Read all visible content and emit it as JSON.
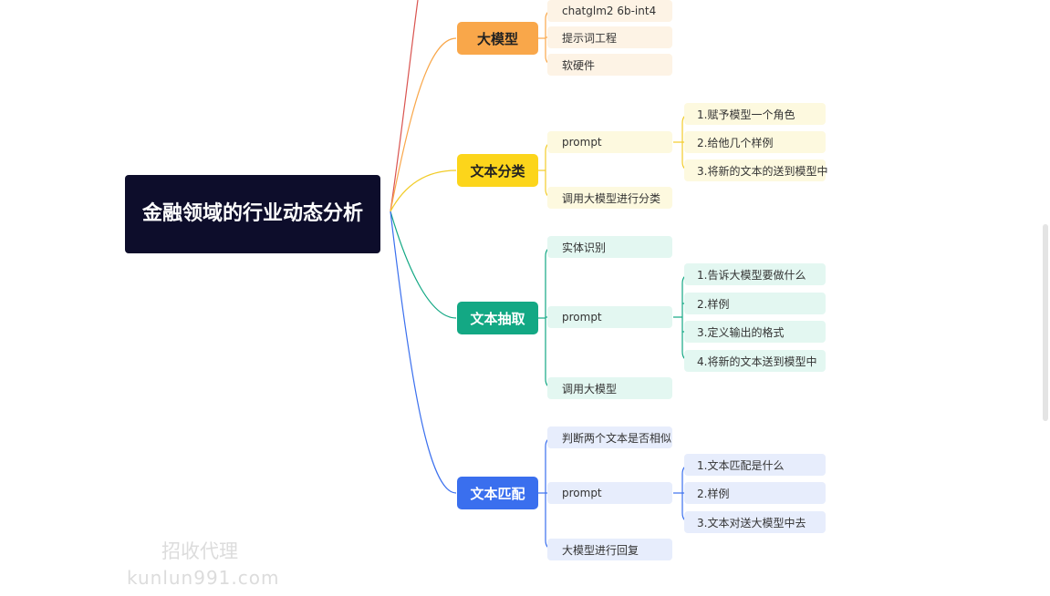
{
  "root": {
    "title": "金融领域的行业动态分析"
  },
  "branches": [
    {
      "label": "大模型",
      "color": "#f9a74a",
      "text_color": "#222222",
      "children": [
        {
          "label": "chatglm2 6b-int4"
        },
        {
          "label": "提示词工程"
        },
        {
          "label": "软硬件"
        }
      ]
    },
    {
      "label": "文本分类",
      "color": "#fcd51b",
      "text_color": "#222222",
      "children": [
        {
          "label": "prompt",
          "children": [
            {
              "label": "1.赋予模型一个角色"
            },
            {
              "label": "2.给他几个样例"
            },
            {
              "label": "3.将新的文本的送到模型中"
            }
          ]
        },
        {
          "label": "调用大模型进行分类"
        }
      ]
    },
    {
      "label": "文本抽取",
      "color": "#13a884",
      "text_color": "#ffffff",
      "children": [
        {
          "label": "实体识别"
        },
        {
          "label": "prompt",
          "children": [
            {
              "label": "1.告诉大模型要做什么"
            },
            {
              "label": "2.样例"
            },
            {
              "label": "3.定义输出的格式"
            },
            {
              "label": "4.将新的文本送到模型中"
            }
          ]
        },
        {
          "label": "调用大模型"
        }
      ]
    },
    {
      "label": "文本匹配",
      "color": "#3a6fee",
      "text_color": "#ffffff",
      "children": [
        {
          "label": "判断两个文本是否相似"
        },
        {
          "label": "prompt",
          "children": [
            {
              "label": "1.文本匹配是什么"
            },
            {
              "label": "2.样例"
            },
            {
              "label": "3.文本对送大模型中去"
            }
          ]
        },
        {
          "label": "大模型进行回复"
        }
      ]
    }
  ],
  "watermark": {
    "line1": "招收代理",
    "line2": "kunlun991.com"
  }
}
